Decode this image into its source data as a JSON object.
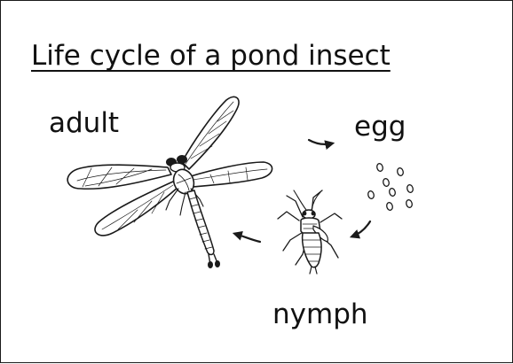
{
  "title": "Life cycle of a pond insect",
  "stages": {
    "adult": "adult",
    "egg": "egg",
    "nymph": "nymph"
  },
  "cycle_order": [
    "egg",
    "nymph",
    "adult"
  ],
  "colors": {
    "ink": "#1a1a1a",
    "background": "#ffffff"
  },
  "icons": [
    "dragonfly-adult-icon",
    "egg-cluster-icon",
    "nymph-icon"
  ]
}
